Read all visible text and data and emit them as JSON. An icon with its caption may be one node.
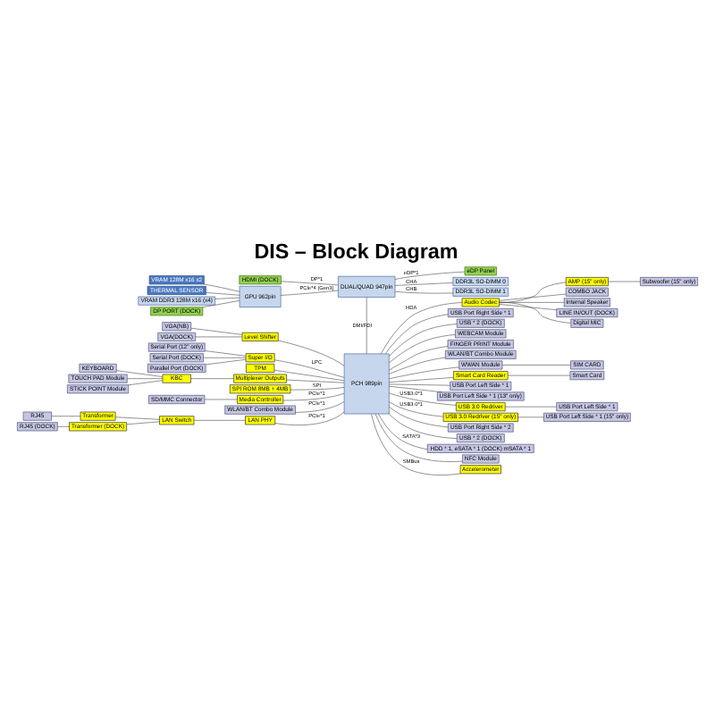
{
  "diagram": {
    "title": "DIS – Block Diagram",
    "nodes": [
      {
        "text": [
          "VRAM 128M x16 x2"
        ]
      },
      {
        "text": [
          "THERMAL SENSOR"
        ]
      },
      {
        "text": [
          "VRAM DDR3 128M x16 (x4)"
        ]
      },
      {
        "text": [
          "DP PORT (DOCK)"
        ]
      },
      {
        "text": [
          "HDMI (DOCK)"
        ]
      },
      {
        "text": [
          "GPU 962pin"
        ]
      },
      {
        "text": [
          "DUAL/QUAD 947pin"
        ]
      },
      {
        "text": [
          "eDP Panel"
        ]
      },
      {
        "text": [
          "DDR3L SO-DIMM 0"
        ]
      },
      {
        "text": [
          "DDR3L SO-DIMM 1"
        ]
      },
      {
        "text": [
          "AMP (15\" only)"
        ]
      },
      {
        "text": [
          "Audio Codec"
        ]
      },
      {
        "text": [
          "Subwoofer (15\" only)"
        ]
      },
      {
        "text": [
          "COMBO JACK"
        ]
      },
      {
        "text": [
          "Internal Speaker"
        ]
      },
      {
        "text": [
          "LINE IN/OUT (DOCK)"
        ]
      },
      {
        "text": [
          "Digital MIC"
        ]
      },
      {
        "text": [
          "USB Port Right Side * 1"
        ]
      },
      {
        "text": [
          "USB * 2 (DOCK)"
        ]
      },
      {
        "text": [
          "WEBCAM Module"
        ]
      },
      {
        "text": [
          "FINGER PRINT Module"
        ]
      },
      {
        "text": [
          "WLAN/BT Combo Module"
        ]
      },
      {
        "text": [
          "WWAN Module"
        ]
      },
      {
        "text": [
          "SIM CARD"
        ]
      },
      {
        "text": [
          "Smart Card"
        ]
      },
      {
        "text": [
          "USB Port Left Side * 1"
        ]
      },
      {
        "text": [
          "USB Port Left Side * 1 (13\" only)"
        ]
      },
      {
        "text": [
          "USB Port Left Side * 1"
        ]
      },
      {
        "text": [
          "USB Port Left Side * 1 (15\" only)"
        ]
      },
      {
        "text": [
          "USB Port Right Side * 2"
        ]
      },
      {
        "text": [
          "USB * 2 (DOCK)"
        ]
      },
      {
        "text": [
          "HDD * 1, eSATA * 1 (DOCK) mSATA * 1"
        ]
      },
      {
        "text": [
          "NFC Module"
        ]
      },
      {
        "text": [
          "Smart Card Reader"
        ]
      },
      {
        "text": [
          "USB 3.0 Redriver"
        ]
      },
      {
        "text": [
          "USB 3.0 Redriver (15\" only)"
        ]
      },
      {
        "text": [
          "Accelerometer"
        ]
      },
      {
        "text": [
          "PCH 989pin"
        ]
      },
      {
        "text": [
          "VGA(NB)"
        ]
      },
      {
        "text": [
          "VGA(DOCK)"
        ]
      },
      {
        "text": [
          "Serial Port (12\" only)"
        ]
      },
      {
        "text": [
          "Serial Port (DOCK)"
        ]
      },
      {
        "text": [
          "Parallel Port (DOCK)"
        ]
      },
      {
        "text": [
          "KEYBOARD"
        ]
      },
      {
        "text": [
          "TOUCH PAD Module"
        ]
      },
      {
        "text": [
          "STICK POINT Module"
        ]
      },
      {
        "text": [
          "SD/MMC Connector"
        ]
      },
      {
        "text": [
          "WLAN/BT Combo Module"
        ]
      },
      {
        "text": [
          "RJ45"
        ]
      },
      {
        "text": [
          "RJ45 (DOCK)"
        ]
      },
      {
        "text": [
          "Level Shifter"
        ]
      },
      {
        "text": [
          "Super I/O"
        ]
      },
      {
        "text": [
          "TPM"
        ]
      },
      {
        "text": [
          "KBC"
        ]
      },
      {
        "text": [
          "Multiplexer Outputs"
        ]
      },
      {
        "text": [
          "SPI ROM 8MB + 4MB"
        ]
      },
      {
        "text": [
          "Media Controller"
        ]
      },
      {
        "text": [
          "Transformer"
        ]
      },
      {
        "text": [
          "Transformer (DOCK)"
        ]
      },
      {
        "text": [
          "LAN Switch"
        ]
      },
      {
        "text": [
          "LAN PHY"
        ]
      }
    ],
    "edges": [
      {
        "from": 0,
        "to": 5,
        "arrow": "none"
      },
      {
        "from": 1,
        "to": 5,
        "arrow": "none"
      },
      {
        "from": 2,
        "to": 5,
        "arrow": "none"
      },
      {
        "from": 3,
        "to": 5,
        "arrow": "none"
      },
      {
        "from": 4,
        "to": 6,
        "arrow": "none",
        "label": "DP*1"
      },
      {
        "from": 5,
        "to": 6,
        "arrow": "none",
        "label": "PCIe*4 (Gen3)"
      },
      {
        "from": 6,
        "to": 7,
        "arrow": "none",
        "label": "eDP*1"
      },
      {
        "from": 6,
        "to": 8,
        "arrow": "none",
        "label": "CHA"
      },
      {
        "from": 6,
        "to": 9,
        "arrow": "none",
        "label": "CHB"
      },
      {
        "from": 6,
        "to": 37,
        "arrow": "none",
        "label": "DMI/FDI"
      },
      {
        "from": 37,
        "to": 11,
        "arrow": "none",
        "label": "HDA"
      },
      {
        "from": 11,
        "to": 10,
        "arrow": "none"
      },
      {
        "from": 10,
        "to": 12,
        "arrow": "none"
      },
      {
        "from": 11,
        "to": 13,
        "arrow": "none"
      },
      {
        "from": 11,
        "to": 14,
        "arrow": "none"
      },
      {
        "from": 11,
        "to": 15,
        "arrow": "none"
      },
      {
        "from": 11,
        "to": 16,
        "arrow": "none"
      },
      {
        "from": 37,
        "to": 17,
        "arrow": "none"
      },
      {
        "from": 37,
        "to": 18,
        "arrow": "none"
      },
      {
        "from": 37,
        "to": 19,
        "arrow": "none"
      },
      {
        "from": 37,
        "to": 20,
        "arrow": "none"
      },
      {
        "from": 37,
        "to": 21,
        "arrow": "none"
      },
      {
        "from": 37,
        "to": 22,
        "arrow": "none"
      },
      {
        "from": 22,
        "to": 23,
        "arrow": "none"
      },
      {
        "from": 37,
        "to": 33,
        "arrow": "none"
      },
      {
        "from": 33,
        "to": 24,
        "arrow": "none"
      },
      {
        "from": 37,
        "to": 25,
        "arrow": "none"
      },
      {
        "from": 37,
        "to": 26,
        "arrow": "none"
      },
      {
        "from": 37,
        "to": 34,
        "arrow": "none",
        "label": "USB3.0*1"
      },
      {
        "from": 34,
        "to": 27,
        "arrow": "none"
      },
      {
        "from": 37,
        "to": 35,
        "arrow": "none",
        "label": "USB3.0*1"
      },
      {
        "from": 35,
        "to": 28,
        "arrow": "none"
      },
      {
        "from": 37,
        "to": 29,
        "arrow": "none"
      },
      {
        "from": 37,
        "to": 30,
        "arrow": "none"
      },
      {
        "from": 37,
        "to": 31,
        "arrow": "none",
        "label": "SATA*3"
      },
      {
        "from": 37,
        "to": 32,
        "arrow": "none"
      },
      {
        "from": 37,
        "to": 36,
        "arrow": "none",
        "label": "SMBus"
      },
      {
        "from": 38,
        "to": 50,
        "arrow": "none"
      },
      {
        "from": 39,
        "to": 50,
        "arrow": "none"
      },
      {
        "from": 50,
        "to": 37,
        "arrow": "none"
      },
      {
        "from": 40,
        "to": 51,
        "arrow": "none"
      },
      {
        "from": 41,
        "to": 51,
        "arrow": "none"
      },
      {
        "from": 42,
        "to": 51,
        "arrow": "none"
      },
      {
        "from": 51,
        "to": 37,
        "arrow": "none",
        "label": "LPC"
      },
      {
        "from": 52,
        "to": 37,
        "arrow": "none"
      },
      {
        "from": 43,
        "to": 53,
        "arrow": "none"
      },
      {
        "from": 44,
        "to": 53,
        "arrow": "none"
      },
      {
        "from": 45,
        "to": 53,
        "arrow": "none"
      },
      {
        "from": 53,
        "to": 54,
        "arrow": "none"
      },
      {
        "from": 54,
        "to": 37,
        "arrow": "none"
      },
      {
        "from": 55,
        "to": 37,
        "arrow": "none",
        "label": "SPI"
      },
      {
        "from": 46,
        "to": 56,
        "arrow": "none"
      },
      {
        "from": 56,
        "to": 37,
        "arrow": "none",
        "label": "PCIe*1"
      },
      {
        "from": 47,
        "to": 37,
        "arrow": "none",
        "label": "PCIe*1"
      },
      {
        "from": 48,
        "to": 57,
        "arrow": "none"
      },
      {
        "from": 49,
        "to": 58,
        "arrow": "none"
      },
      {
        "from": 57,
        "to": 59,
        "arrow": "none"
      },
      {
        "from": 58,
        "to": 59,
        "arrow": "none"
      },
      {
        "from": 59,
        "to": 60,
        "arrow": "none"
      },
      {
        "from": 60,
        "to": 37,
        "arrow": "none",
        "label": "PCIe*1"
      }
    ]
  }
}
